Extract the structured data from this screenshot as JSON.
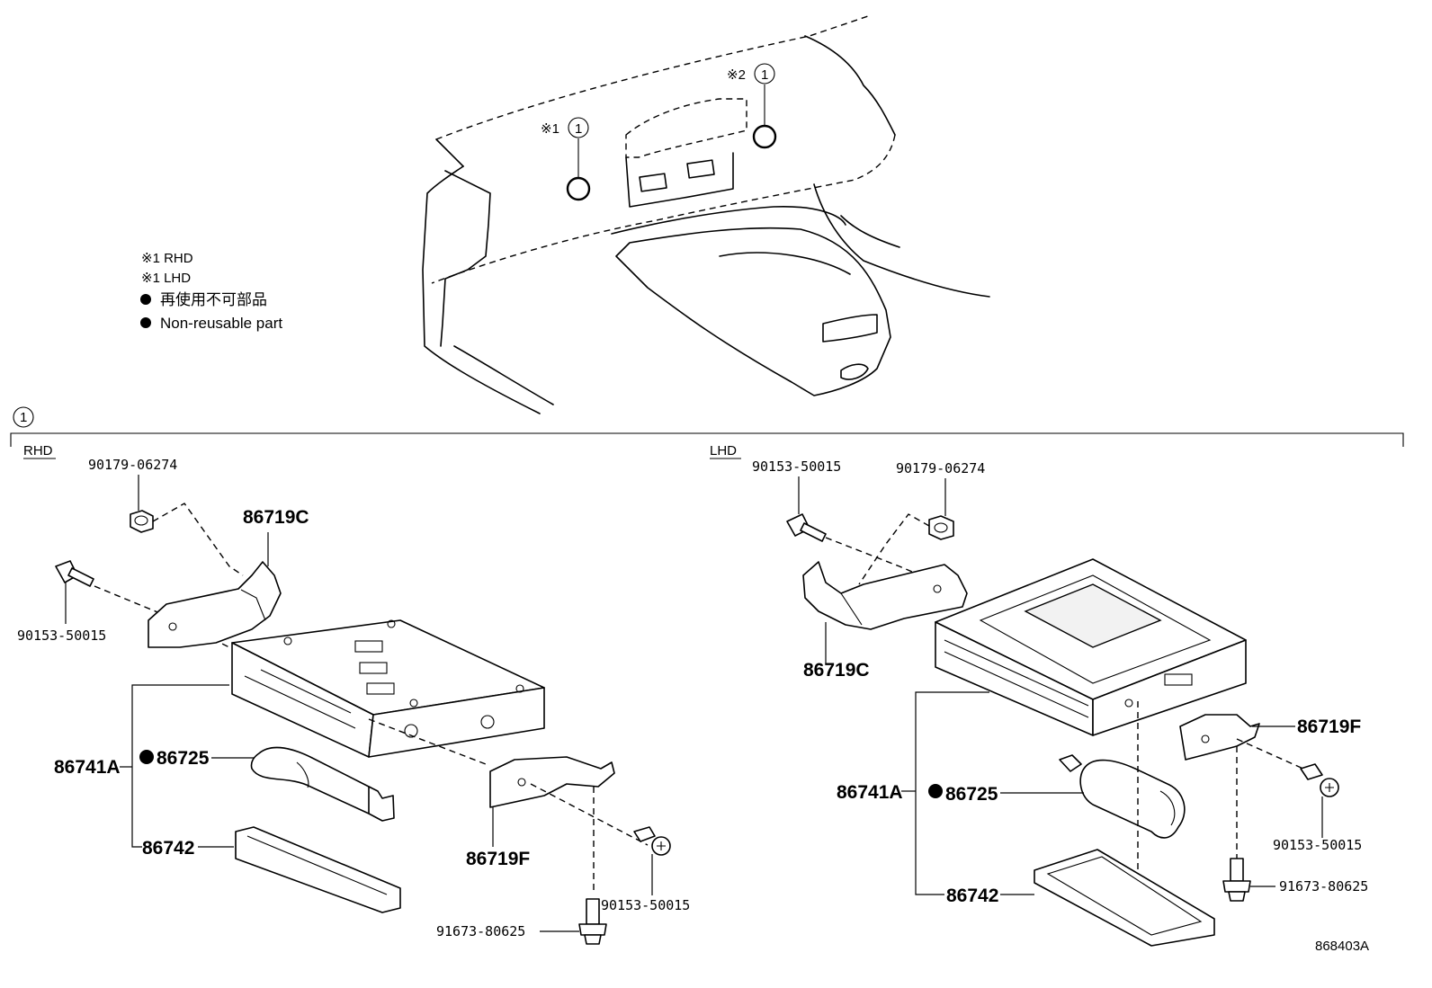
{
  "legend": {
    "rhd_note": "※1 RHD",
    "lhd_note": "※1 LHD",
    "non_reusable_jp": "再使用不可部品",
    "non_reusable_en": "Non-reusable part"
  },
  "overview": {
    "marker1_prefix": "※1",
    "marker2_prefix": "※2",
    "callout_number": "1"
  },
  "section": {
    "callout_number": "1",
    "rhd_heading": "RHD",
    "lhd_heading": "LHD"
  },
  "rhd_parts": {
    "nut": "90179-06274",
    "bracket_c": "86719C",
    "bolt_left": "90153-50015",
    "assembly": "86741A",
    "battery": "86725",
    "cover": "86742",
    "bracket_f": "86719F",
    "bolt_right": "90153-50015",
    "bolt_bottom": "91673-80625"
  },
  "lhd_parts": {
    "bolt_top": "90153-50015",
    "nut": "90179-06274",
    "bracket_c": "86719C",
    "bracket_f": "86719F",
    "bolt_right": "90153-50015",
    "assembly": "86741A",
    "battery": "86725",
    "cover": "86742",
    "bolt_bottom": "91673-80625"
  },
  "illustration_id": "868403A"
}
